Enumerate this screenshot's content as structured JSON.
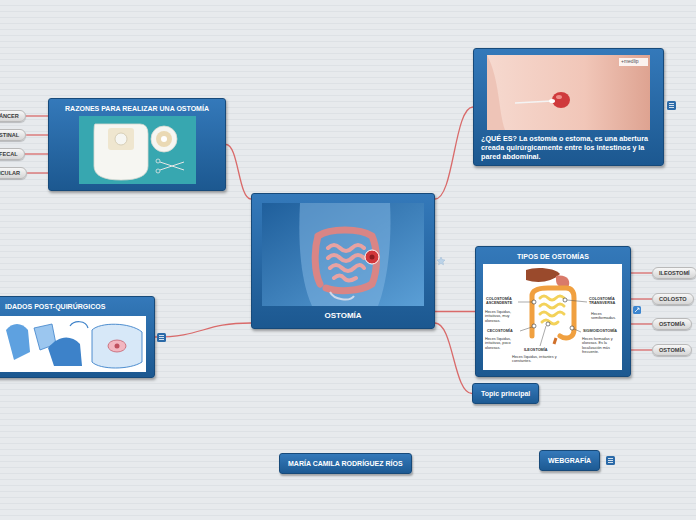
{
  "diagram": {
    "nodes": [
      {
        "text": [
          "OSTOMÍA"
        ]
      },
      {
        "text": [
          "RAZONES PARA REALIZAR UNA OSTOMÍA"
        ]
      },
      {
        "text": [
          "ÁNCER"
        ]
      },
      {
        "text": [
          "STINAL"
        ]
      },
      {
        "text": [
          "FECAL"
        ]
      },
      {
        "text": [
          "ICULAR"
        ]
      },
      {
        "text": [
          "IDADOS POST-QUIRÚRGICOS"
        ]
      },
      {
        "text": [
          "¿QUÉ ES? La ostomía o estoma, es una abertura creada quirúrgicamente entre los intestinos y la pared abdominal."
        ]
      },
      {
        "text": [
          "TIPOS DE OSTOMÍAS"
        ]
      },
      {
        "text": [
          "ILEOSTOMÍ"
        ]
      },
      {
        "text": [
          "COLOSTO"
        ]
      },
      {
        "text": [
          "OSTOMÍA"
        ]
      },
      {
        "text": [
          "OSTOMÍA"
        ]
      },
      {
        "text": [
          "Topic principal"
        ]
      },
      {
        "text": [
          "MARÍA CAMILA RODRÍGUEZ RÍOS"
        ]
      },
      {
        "text": [
          "WEBGRAFÍA"
        ]
      }
    ],
    "edges": [
      {
        "from": 0,
        "to": 1,
        "arrow": "none"
      },
      {
        "from": 0,
        "to": 6,
        "arrow": "none"
      },
      {
        "from": 0,
        "to": 7,
        "arrow": "none"
      },
      {
        "from": 0,
        "to": 8,
        "arrow": "none"
      },
      {
        "from": 0,
        "to": 13,
        "arrow": "none"
      },
      {
        "from": 1,
        "to": 2,
        "arrow": "none"
      },
      {
        "from": 1,
        "to": 3,
        "arrow": "none"
      },
      {
        "from": 1,
        "to": 4,
        "arrow": "none"
      },
      {
        "from": 1,
        "to": 5,
        "arrow": "none"
      },
      {
        "from": 8,
        "to": 9,
        "arrow": "none"
      },
      {
        "from": 8,
        "to": 10,
        "arrow": "none"
      },
      {
        "from": 8,
        "to": 11,
        "arrow": "none"
      },
      {
        "from": 8,
        "to": 12,
        "arrow": "none"
      }
    ],
    "labels": [
      "+medlip",
      "COLOSTOMÍA ASCENDENTE",
      "Heces líquidas, irritativas, muy olorosas.",
      "CECOSTOMÍA",
      "Heces líquidas, irritativas, poco olorosas.",
      "ILEOSTOMÍA",
      "Heces líquidas, irritantes y constantes.",
      "COLOSTOMÍA TRANSVERSA",
      "Heces semiformadas.",
      "SIGMOIDOSTOMÍA",
      "Heces formadas y olorosas. Es la localización más frecuente."
    ]
  }
}
